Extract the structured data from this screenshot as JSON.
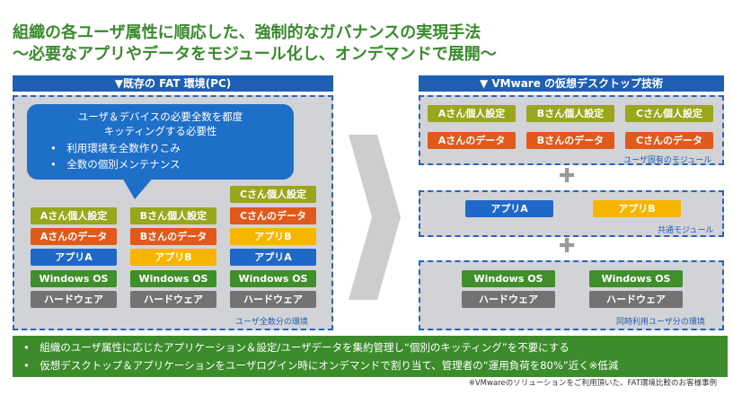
{
  "title": {
    "line1": "組織の各ユーザ属性に順応した、強制的なガバナンスの実現手法",
    "line2": "～必要なアプリやデータをモジュール化し、オンデマンドで展開～"
  },
  "left": {
    "header": "▼既存の FAT 環境(PC)",
    "bubble": {
      "line1": "ユーザ＆デバイスの必要全数を都度",
      "line2": "キッティングする必要性",
      "bullet1": "•　利用環境を全数作りこみ",
      "bullet2": "•　全数の個別メンテナンス"
    },
    "columns": [
      {
        "items": [
          {
            "text": "Aさん個人設定",
            "color": "olive"
          },
          {
            "text": "Aさんのデータ",
            "color": "orange"
          },
          {
            "text": "アプリA",
            "color": "blue"
          },
          {
            "text": "Windows OS",
            "color": "green"
          },
          {
            "text": "ハードウェア",
            "color": "gray"
          }
        ]
      },
      {
        "items": [
          {
            "text": "Bさん個人設定",
            "color": "olive"
          },
          {
            "text": "Bさんのデータ",
            "color": "orange"
          },
          {
            "text": "アプリB",
            "color": "yellow"
          },
          {
            "text": "Windows OS",
            "color": "green"
          },
          {
            "text": "ハードウェア",
            "color": "gray"
          }
        ]
      },
      {
        "items": [
          {
            "text": "Cさん個人設定",
            "color": "olive"
          },
          {
            "text": "Cさんのデータ",
            "color": "orange"
          },
          {
            "text": "アプリB",
            "color": "yellow"
          },
          {
            "text": "アプリA",
            "color": "blue"
          },
          {
            "text": "Windows OS",
            "color": "green"
          },
          {
            "text": "ハードウェア",
            "color": "gray"
          }
        ]
      }
    ],
    "label": "ユーザ全数分の環境"
  },
  "right": {
    "header": "▼ VMware の仮想デスクトップ技術",
    "user_settings": [
      "Aさん個人設定",
      "Bさん個人設定",
      "Cさん個人設定"
    ],
    "user_data": [
      "Aさんのデータ",
      "Bさんのデータ",
      "Cさんのデータ"
    ],
    "user_label": "ユーザ固有のモジュール",
    "apps": [
      "アプリA",
      "アプリB"
    ],
    "apps_label": "共通モジュール",
    "os": [
      "Windows OS",
      "Windows OS"
    ],
    "hw": [
      "ハードウェア",
      "ハードウェア"
    ],
    "os_label": "同時利用ユーザ分の環境",
    "plus": "✚"
  },
  "bottom": {
    "line1": "•　組織のユーザ属性に応じたアプリケーション＆設定/ユーザデータを集約管理し“個別のキッティング”を不要にする",
    "line2": "•　仮想デスクトップ＆アプリケーションをユーザログイン時にオンデマンドで割り当て、管理者の“運用負荷を80%”近く※低減"
  },
  "footnote": "※VMwareのソリューションをご利用頂いた、FAT環境比較のお客様事例",
  "colors": {
    "title_green": "#3a8a2e",
    "header_blue": "#1f5fb4",
    "bar_green": "#3c8c2c"
  }
}
